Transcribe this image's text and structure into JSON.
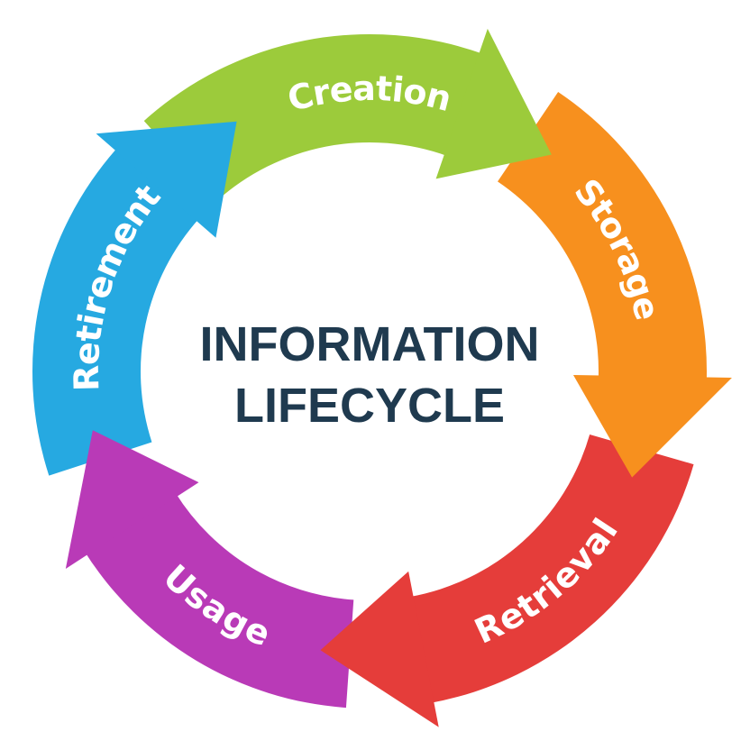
{
  "title": {
    "line1": "INFORMATION",
    "line2": "LIFECYCLE",
    "color": "#1F3A4F"
  },
  "stages": [
    {
      "label": "Creation",
      "color": "#9CCB3B"
    },
    {
      "label": "Storage",
      "color": "#F7901E"
    },
    {
      "label": "Retrieval",
      "color": "#E53D3A"
    },
    {
      "label": "Usage",
      "color": "#B93AB7"
    },
    {
      "label": "Retirement",
      "color": "#26A9E1"
    }
  ]
}
